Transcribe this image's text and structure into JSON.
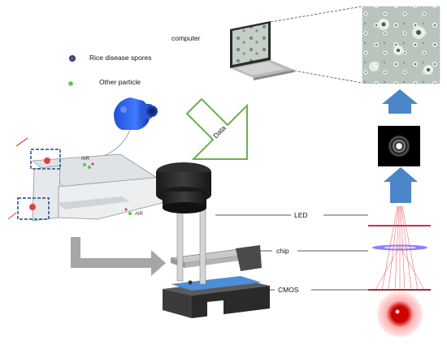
{
  "labels": {
    "computer": "computer",
    "legend_spores": "Rice disease spores",
    "legend_other": "Other particle",
    "data_arrow": "Data",
    "led": "LED",
    "chip": "chip",
    "cmos": "CMOS",
    "air_top": "AIR",
    "air_bottom": "AIR"
  },
  "colors": {
    "spore": "#d8304a",
    "other_particle": "#5bc24a",
    "blue_arrow": "#4a86c8",
    "data_arrow": "#6ab04c",
    "gray_arrow": "#a6a6a6",
    "sensor": "#4d8fd6",
    "laser": "#c8102e"
  },
  "icons": [
    "laptop-icon",
    "cyclone-sampler-icon",
    "microfluidic-chip-icon",
    "lens-imaging-device-icon",
    "diffraction-pattern-icon",
    "hologram-image-icon",
    "led-source-icon"
  ]
}
